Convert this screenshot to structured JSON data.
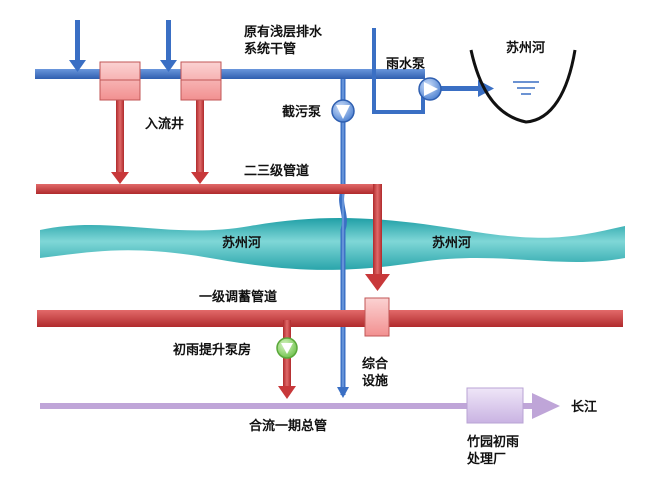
{
  "labels": {
    "shallow_drain": "原有浅层排水\n系统干管",
    "rain_pump": "雨水泵",
    "river_top": "苏州河",
    "inflow_well": "入流井",
    "intercept_pump": "截污泵",
    "secondary_pipe": "二三级管道",
    "river_left": "苏州河",
    "river_right": "苏州河",
    "primary_storage": "一级调蓄管道",
    "lift_station": "初雨提升泵房",
    "complex_facility": "综合\n设施",
    "combined_pipe": "合流一期总管",
    "treatment_plant": "竹园初雨\n处理厂",
    "yangtze": "长江"
  },
  "colors": {
    "drain_blue": "#3a6fc4",
    "storage_red": "#c8383a",
    "river": "#3db8b8",
    "combined_purple": "#bfa5d8",
    "well_pink": "#f4a7a7",
    "pump_green": "#8fd16a"
  }
}
